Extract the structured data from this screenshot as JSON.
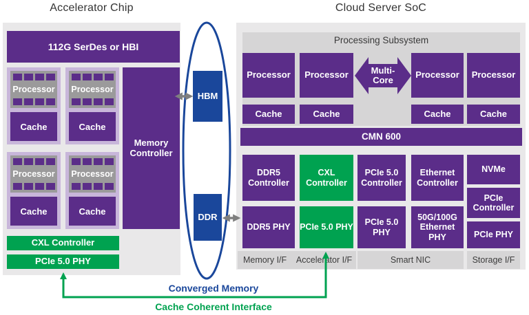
{
  "page": {
    "left_title": "Accelerator Chip",
    "right_title": "Cloud Server SoC"
  },
  "accelerator": {
    "serdes_label": "112G SerDes or HBI",
    "clusters": [
      {
        "processor": "Processor",
        "cache": "Cache"
      },
      {
        "processor": "Processor",
        "cache": "Cache"
      },
      {
        "processor": "Processor",
        "cache": "Cache"
      },
      {
        "processor": "Processor",
        "cache": "Cache"
      }
    ],
    "memory_controller_label": "Memory Controller",
    "cxl_controller_label": "CXL Controller",
    "pcie_phy_label": "PCIe 5.0 PHY"
  },
  "interposer": {
    "hbm_label": "HBM",
    "ddr_label": "DDR"
  },
  "cloud": {
    "processing_subsystem_label": "Processing Subsystem",
    "processors": [
      "Processor",
      "Processor",
      "Processor",
      "Processor"
    ],
    "multicore_label": "Multi-Core",
    "caches": [
      "Cache",
      "Cache",
      "Cache",
      "Cache"
    ],
    "cmn_label": "CMN 600",
    "controllers": [
      "DDR5 Controller",
      "CXL Controller",
      "PCIe 5.0 Controller",
      "Ethernet Controller"
    ],
    "phys": [
      "DDR5 PHY",
      "PCIe 5.0 PHY",
      "PCIe 5.0 PHY",
      "50G/100G Ethernet PHY"
    ],
    "storage_column": [
      "NVMe",
      "PCIe Controller",
      "PCIe PHY"
    ],
    "interface_labels": [
      "Memory I/F",
      "Accelerator I/F",
      "Smart NIC",
      "Storage I/F"
    ]
  },
  "annotations": {
    "converged_memory": "Converged Memory",
    "cache_coherent_interface": "Cache Coherent Interface"
  },
  "colors": {
    "purple": "#5b2d89",
    "green": "#00a250",
    "navy_blue": "#1a479b",
    "panel_gray": "#e9e8e9",
    "subsystem_gray": "#d6d5d6",
    "arrow_gray": "#7f7f7f"
  }
}
